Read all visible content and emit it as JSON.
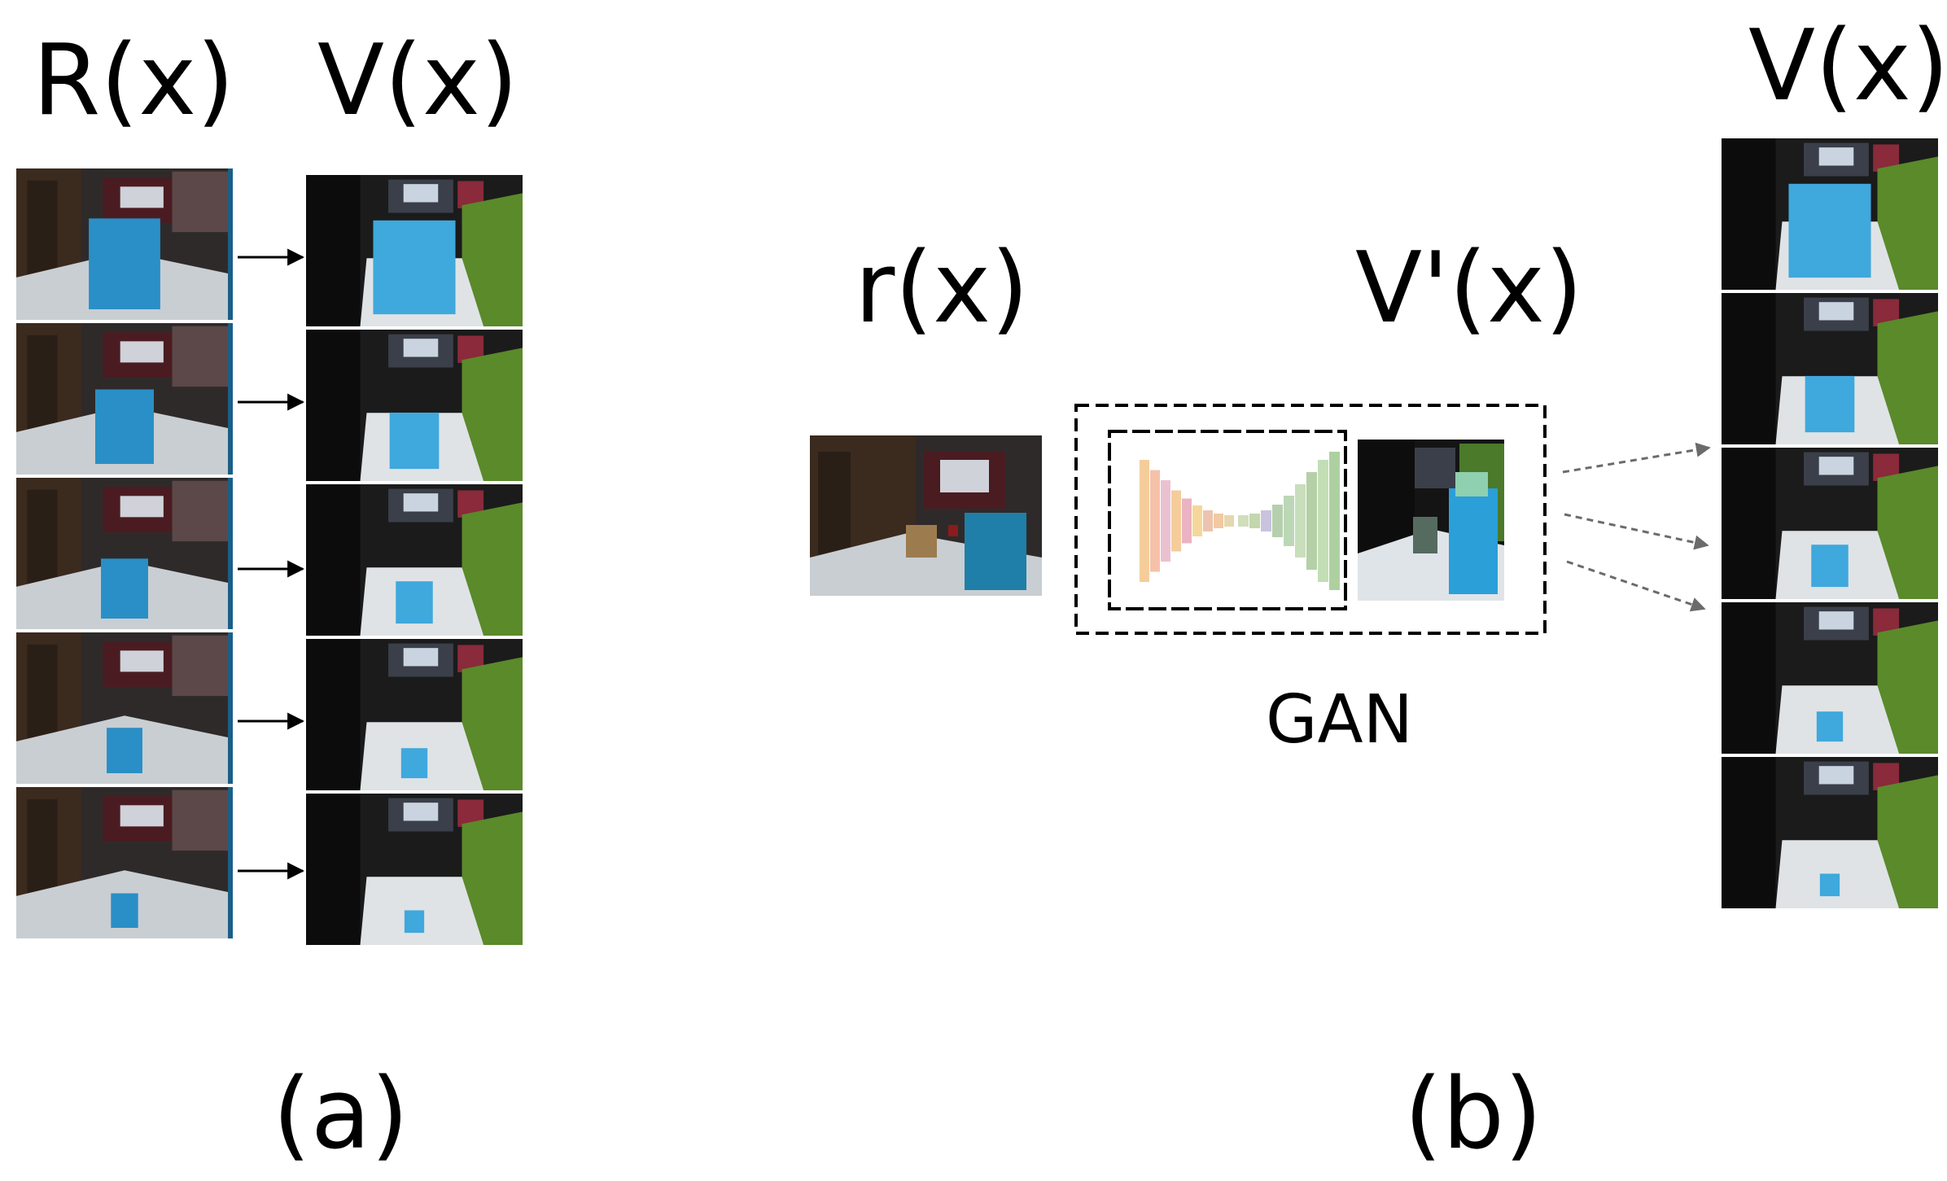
{
  "labels": {
    "real_sequence": "R(x)",
    "virtual_sequence_a": "V(x)",
    "virtual_sequence_b": "V(x)",
    "real_frame": "r(x)",
    "generated_frame": "V'(x)",
    "gan": "GAN",
    "panel_a": "(a)",
    "panel_b": "(b)"
  },
  "frames": {
    "sequence_length": 5,
    "box_scale_real": [
      1.0,
      0.82,
      0.66,
      0.5,
      0.38
    ],
    "box_scale_virtual": [
      1.0,
      0.6,
      0.45,
      0.32,
      0.24
    ]
  },
  "colors": {
    "box_blue": "#2a8fc6",
    "virtual_box_blue": "#3fa8dc",
    "floor": "#c9ced2",
    "wall_dark": "#2a2424",
    "door_brown": "#3b2a1e",
    "sofa_green": "#5a8a2a",
    "arrow_solid": "#000000",
    "arrow_dashed": "#6b6b6b"
  }
}
